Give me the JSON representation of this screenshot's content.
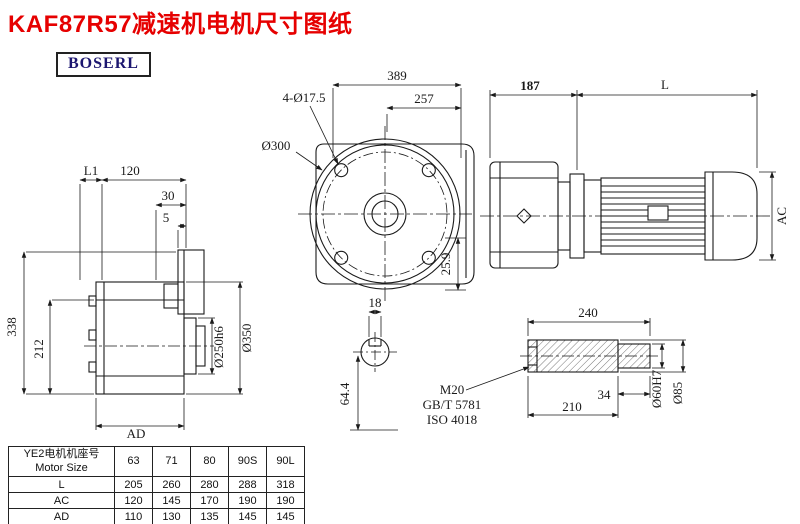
{
  "page": {
    "title": "KAF87R57减速机电机尺寸图纸",
    "brand": "BOSERL"
  },
  "colors": {
    "title": "#e60000",
    "brand": "#1c1670",
    "line": "#1a1a1a"
  },
  "labels": {
    "d389": "389",
    "holes": "4-Ø17.5",
    "d257": "257",
    "d187": "187",
    "L": "L",
    "AC": "AC",
    "d300": "Ø300",
    "L1": "L1",
    "d120": "120",
    "d30": "30",
    "d5": "5",
    "d338": "338",
    "d212": "212",
    "AD": "AD",
    "d250": "Ø250h6",
    "d350": "Ø350",
    "d18": "18",
    "d259": "25.9",
    "d644": "64.4",
    "d240": "240",
    "m20": "M20",
    "gbt": "GB/T 5781",
    "iso": "ISO 4018",
    "d34": "34",
    "d210": "210",
    "d60": "Ø60H7",
    "d85": "Ø85"
  },
  "table": {
    "header_cn": "YE2电机机座号",
    "header_en": "Motor Size",
    "columns": [
      "63",
      "71",
      "80",
      "90S",
      "90L"
    ],
    "rows": [
      {
        "label": "L",
        "values": [
          "205",
          "260",
          "280",
          "288",
          "318"
        ]
      },
      {
        "label": "AC",
        "values": [
          "120",
          "145",
          "170",
          "190",
          "190"
        ]
      },
      {
        "label": "AD",
        "values": [
          "110",
          "130",
          "135",
          "145",
          "145"
        ]
      }
    ]
  }
}
